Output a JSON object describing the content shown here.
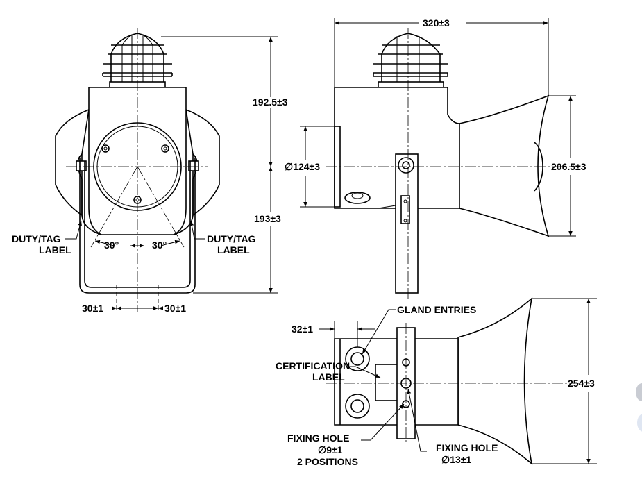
{
  "dimensions": {
    "top_width": "320±3",
    "upper_height": "192.5±3",
    "lower_height": "193±3",
    "body_diameter": "∅124±3",
    "horn_height_side": "206.5±3",
    "horn_height_bottom": "254±3",
    "offset_left": "30±1",
    "offset_right": "30±1",
    "gland_offset": "32±1",
    "angle_left": "30°",
    "angle_right": "30°"
  },
  "labels": {
    "duty_tag_left_line1": "DUTY/TAG",
    "duty_tag_left_line2": "LABEL",
    "duty_tag_right_line1": "DUTY/TAG",
    "duty_tag_right_line2": "LABEL",
    "gland_entries": "GLAND ENTRIES",
    "certification_line1": "CERTIFICATION",
    "certification_line2": "LABEL",
    "fixing_hole_small_line1": "FIXING HOLE",
    "fixing_hole_small_line2": "∅9±1",
    "fixing_hole_small_line3": "2 POSITIONS",
    "fixing_hole_large_line1": "FIXING HOLE",
    "fixing_hole_large_line2": "∅13±1"
  },
  "colors": {
    "line": "#000000",
    "background": "#ffffff",
    "edge_button": "#dfe6f2"
  }
}
